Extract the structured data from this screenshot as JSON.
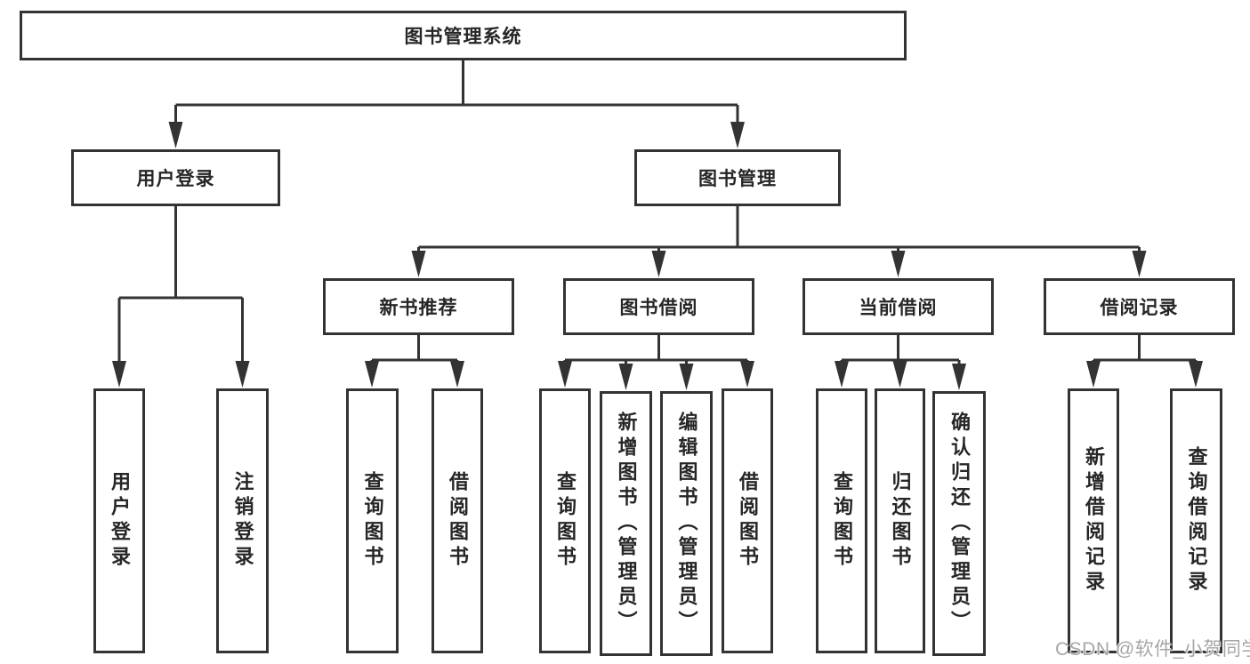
{
  "tree": {
    "label": "图书管理系统",
    "children": [
      {
        "label": "用户登录",
        "children": [
          {
            "label": "用户登录"
          },
          {
            "label": "注销登录"
          }
        ]
      },
      {
        "label": "图书管理",
        "children": [
          {
            "label": "新书推荐",
            "children": [
              {
                "label": "查询图书"
              },
              {
                "label": "借阅图书"
              }
            ]
          },
          {
            "label": "图书借阅",
            "children": [
              {
                "label": "查询图书"
              },
              {
                "label": "新增图书（管理员）"
              },
              {
                "label": "编辑图书（管理员）"
              },
              {
                "label": "借阅图书"
              }
            ]
          },
          {
            "label": "当前借阅",
            "children": [
              {
                "label": "查询图书"
              },
              {
                "label": "归还图书"
              },
              {
                "label": "确认归还（管理员）"
              }
            ]
          },
          {
            "label": "借阅记录",
            "children": [
              {
                "label": "新增借阅记录"
              },
              {
                "label": "查询借阅记录"
              }
            ]
          }
        ]
      }
    ]
  },
  "watermark": {
    "text": "CSDN @软件_小贺同学"
  },
  "colors": {
    "line": "#333333",
    "text": "#262626",
    "watermark": "#a6a6a6",
    "background": "#ffffff"
  }
}
